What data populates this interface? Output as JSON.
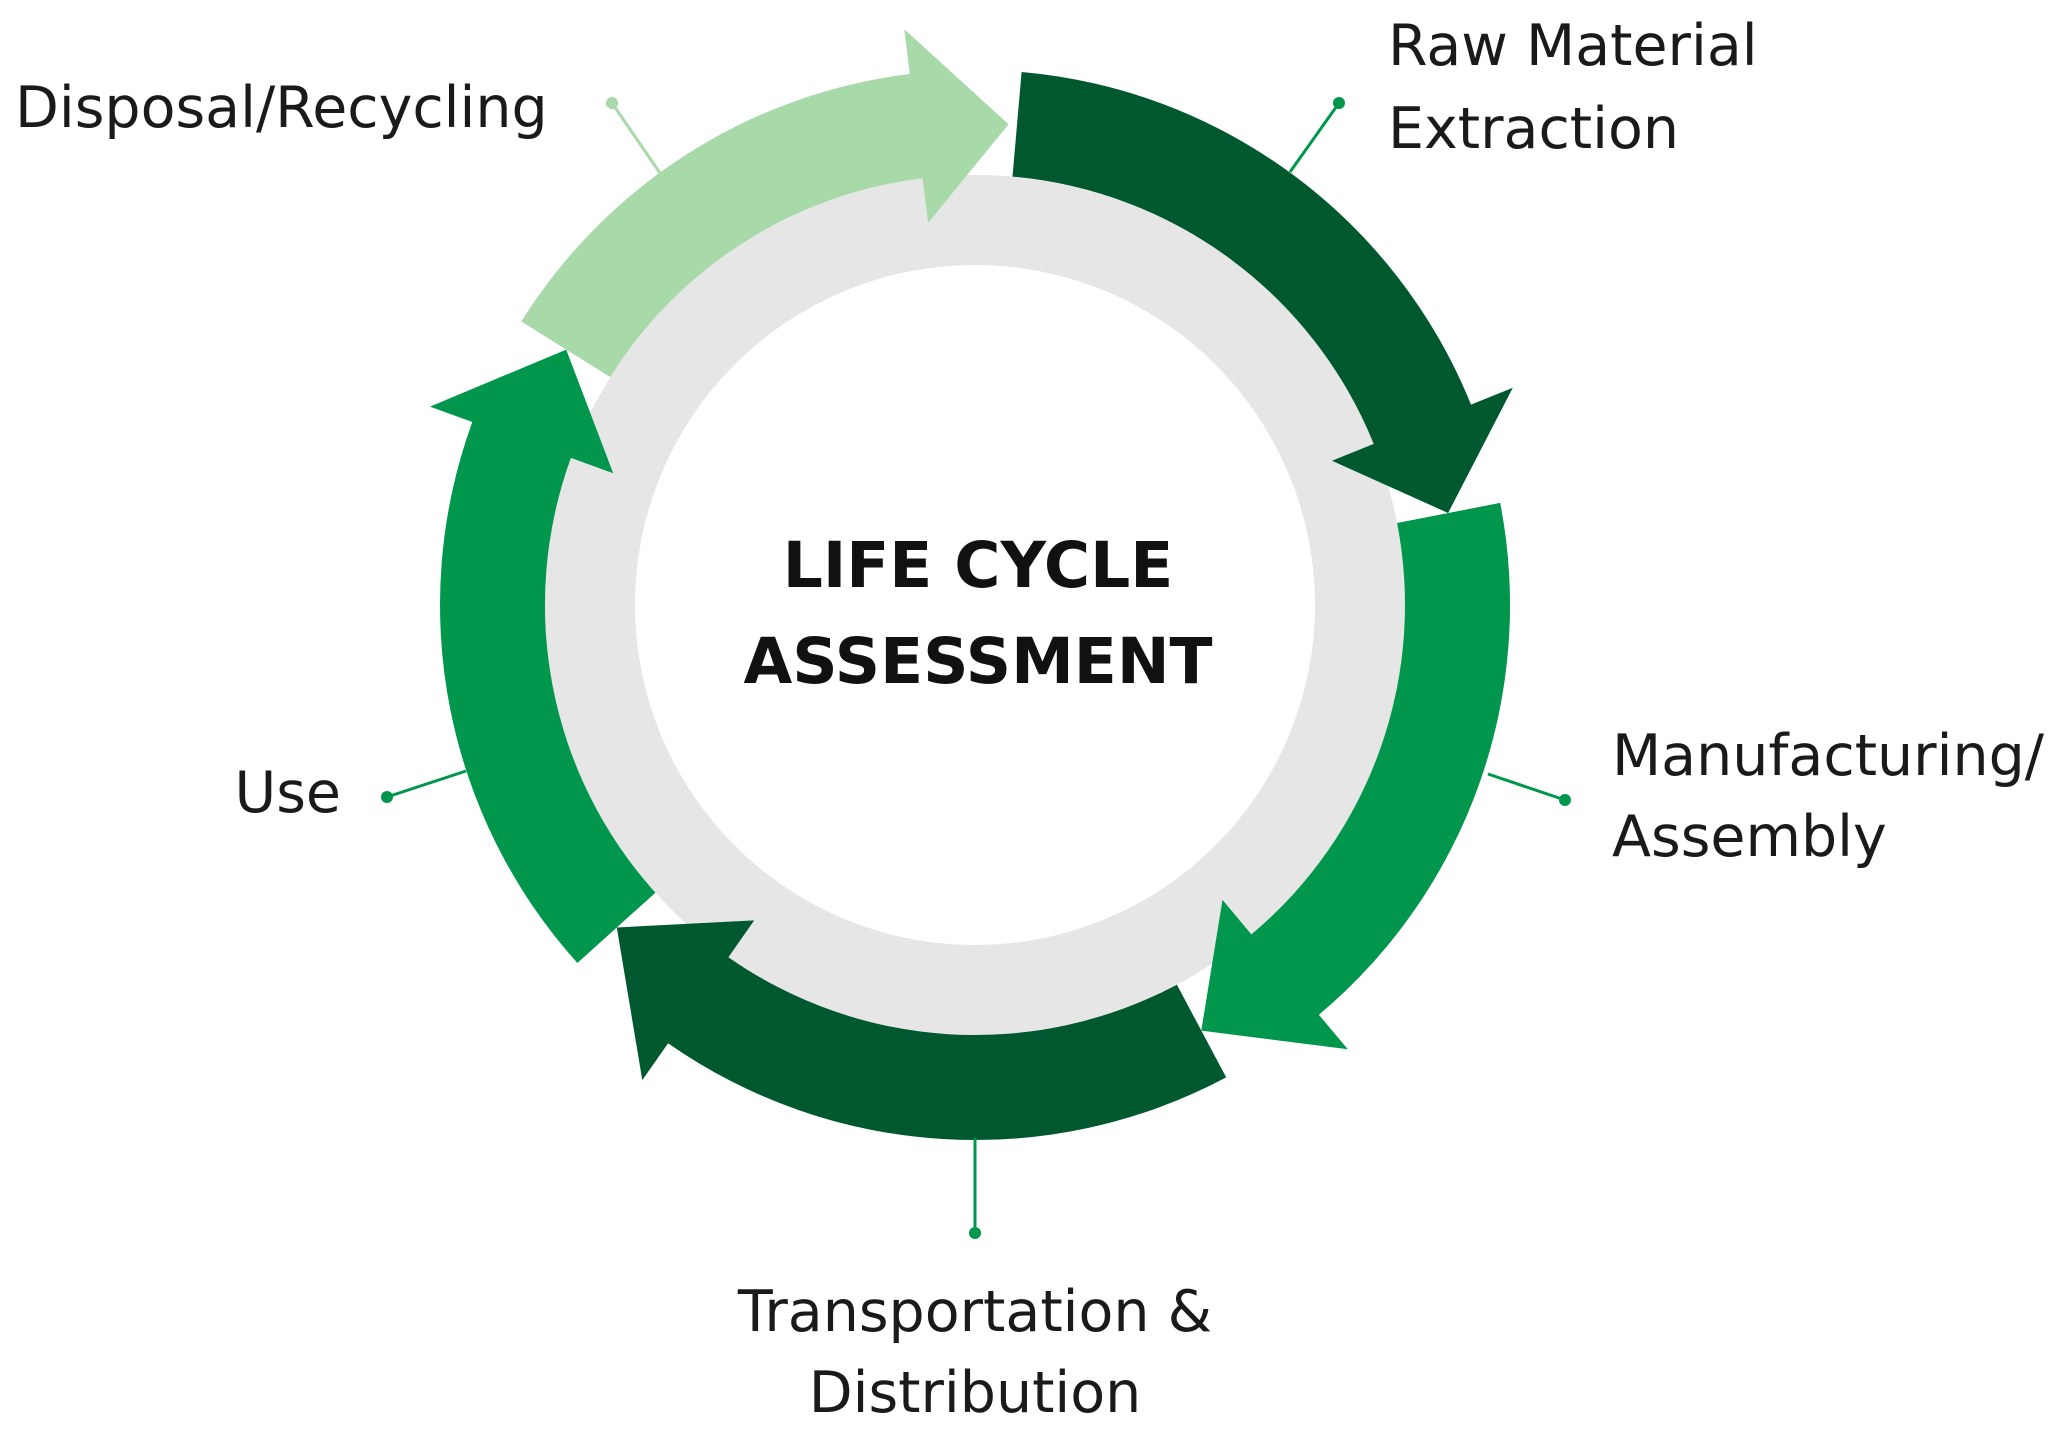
{
  "title_lines": [
    "LIFE CYCLE",
    "ASSESSMENT"
  ],
  "stages": [
    {
      "id": "raw-material-extraction",
      "lines": [
        "Raw Material",
        "Extraction"
      ],
      "color": "#00582f"
    },
    {
      "id": "manufacturing-assembly",
      "lines": [
        "Manufacturing/",
        "Assembly"
      ],
      "color": "#00964b"
    },
    {
      "id": "transportation-distribution",
      "lines": [
        "Transportation &",
        "Distribution"
      ],
      "color": "#00582f"
    },
    {
      "id": "use",
      "lines": [
        "Use"
      ],
      "color": "#00964b"
    },
    {
      "id": "disposal-recycling",
      "lines": [
        "Disposal/Recycling"
      ],
      "color": "#a8d9a9"
    }
  ],
  "colors": {
    "inner_ring": "#e6e6e6",
    "center": "#ffffff",
    "connector": "#00964b",
    "text": "#1a1a1a"
  }
}
